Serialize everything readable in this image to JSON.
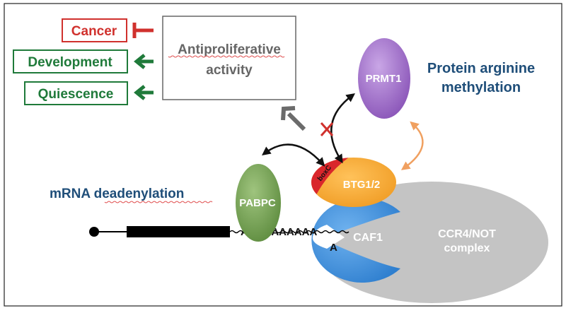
{
  "outcomes": {
    "cancer": "Cancer",
    "development": "Development",
    "quiescence": "Quiescence"
  },
  "antiproliferative": {
    "line1": "Antiproliferative",
    "line2": "activity"
  },
  "proteins": {
    "prmt1": "PRMT1",
    "pabpc": "PABPC",
    "btg": "BTG1/2",
    "boxc": "boxC",
    "caf1": "CAF1",
    "ccr4_line1": "CCR4/NOT",
    "ccr4_line2": "complex"
  },
  "labels": {
    "methylation_line1": "Protein arginine",
    "methylation_line2": "methylation",
    "deadenylation": "mRNA deadenylation",
    "polya": "AAAAAAAAAA",
    "polya_single": "A"
  },
  "colors": {
    "cancer": "#d0312d",
    "green": "#1f7a3a",
    "navy": "#1f4e79",
    "gray_box_text": "#666666",
    "prmt1": "#a070c8",
    "pabpc": "#7aa65a",
    "btg": "#f3a433",
    "boxc": "#d9262b",
    "caf1": "#3f8fd8",
    "ccr4": "#c4c4c4",
    "orange_arrow": "#f0a060"
  }
}
